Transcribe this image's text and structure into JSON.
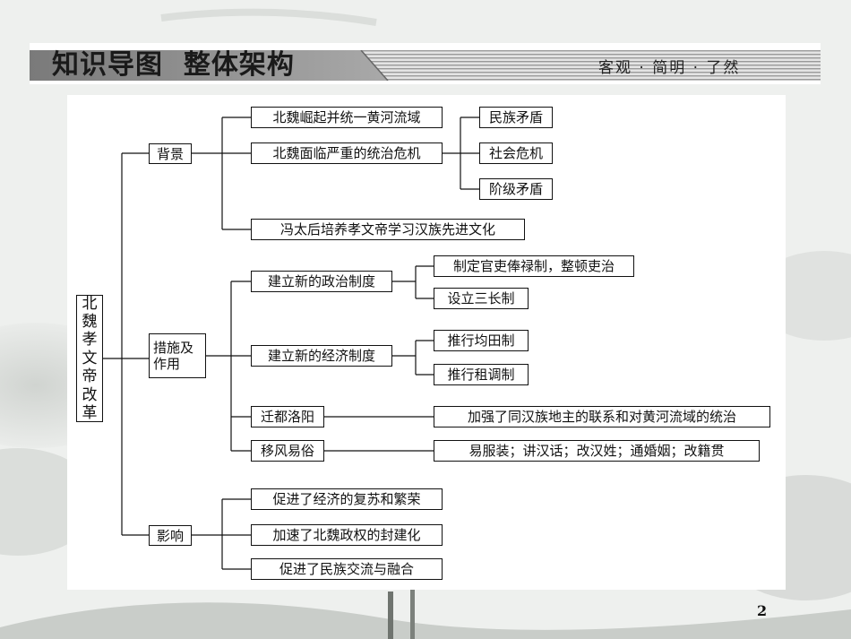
{
  "header": {
    "title": "知识导图  整体架构",
    "motto": "客观 · 简明 · 了然"
  },
  "diagram": {
    "root": "北魏孝文帝改革",
    "branches": [
      {
        "label": "背景",
        "items": [
          {
            "label": "北魏崛起并统一黄河流域"
          },
          {
            "label": "北魏面临严重的统治危机",
            "children": [
              "民族矛盾",
              "社会危机",
              "阶级矛盾"
            ]
          },
          {
            "label": "冯太后培养孝文帝学习汉族先进文化"
          }
        ]
      },
      {
        "label": "措施及作用",
        "items": [
          {
            "label": "建立新的政治制度",
            "children": [
              "制定官吏俸禄制，整顿吏治",
              "设立三长制"
            ]
          },
          {
            "label": "建立新的经济制度",
            "children": [
              "推行均田制",
              "推行租调制"
            ]
          },
          {
            "label": "迁都洛阳",
            "children": [
              "加强了同汉族地主的联系和对黄河流域的统治"
            ]
          },
          {
            "label": "移风易俗",
            "children": [
              "易服装；讲汉话；改汉姓；通婚姻；改籍贯"
            ]
          }
        ]
      },
      {
        "label": "影响",
        "items": [
          {
            "label": "促进了经济的复苏和繁荣"
          },
          {
            "label": "加速了北魏政权的封建化"
          },
          {
            "label": "促进了民族交流与融合"
          }
        ]
      }
    ]
  },
  "page_number": "2"
}
